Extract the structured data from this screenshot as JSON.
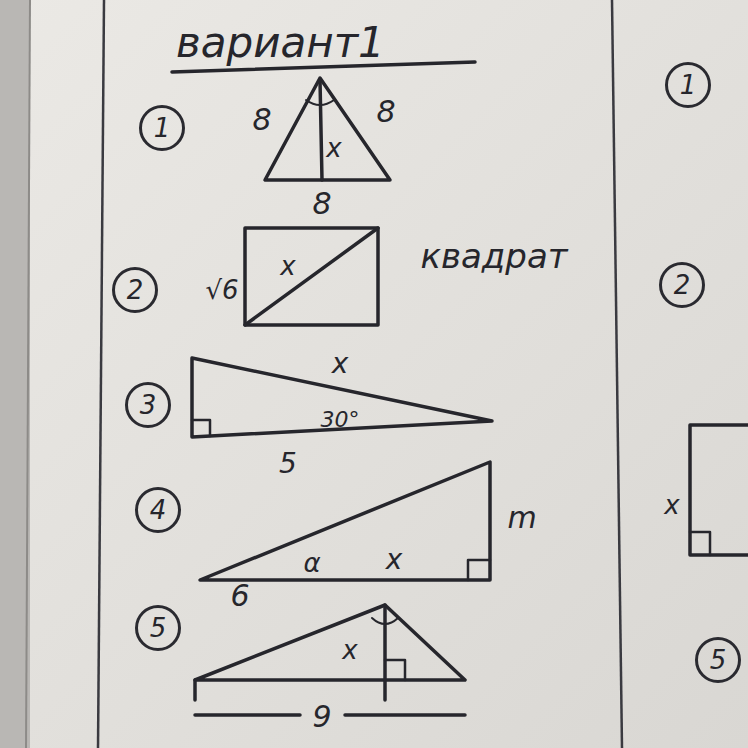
{
  "diagram": {
    "title": "вариант1",
    "nodes": [
      {
        "text": [
          "1"
        ]
      },
      {
        "text": [
          "2"
        ]
      },
      {
        "text": [
          "3"
        ]
      },
      {
        "text": [
          "4"
        ]
      },
      {
        "text": [
          "5"
        ]
      },
      {
        "text": [
          "1"
        ]
      },
      {
        "text": [
          "2"
        ]
      },
      {
        "text": [
          "5"
        ]
      }
    ],
    "labels": [
      "8",
      "8",
      "x",
      "8",
      "√6",
      "x",
      "квадрат",
      "x",
      "30°",
      "5",
      "α",
      "x",
      "m",
      "6",
      "x",
      "9",
      "x"
    ]
  }
}
